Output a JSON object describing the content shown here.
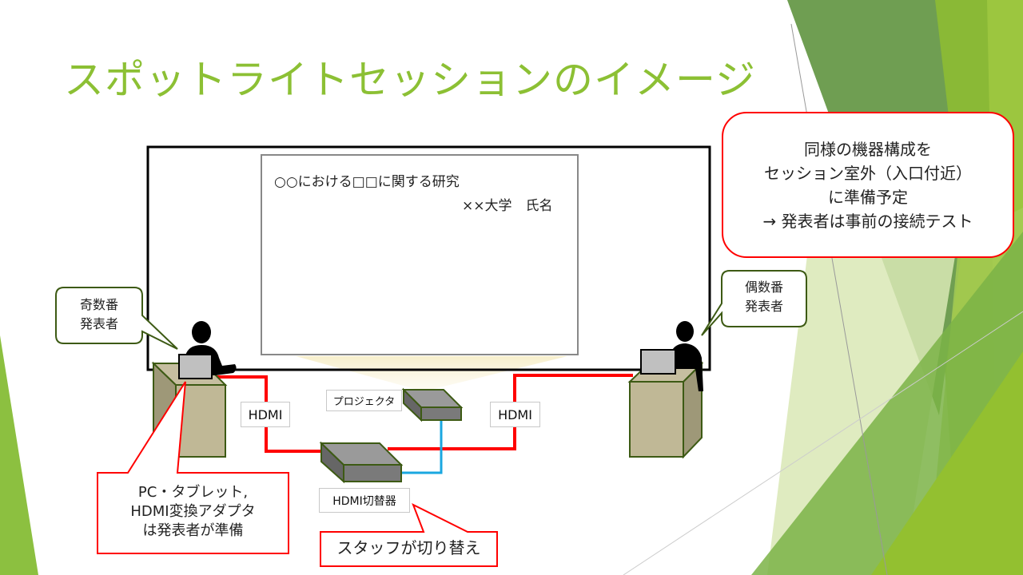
{
  "title": "スポットライトセッションのイメージ",
  "slide_screen": {
    "line1": "○○における□□に関する研究",
    "line2": "××大学　氏名"
  },
  "callouts": {
    "odd": [
      "奇数番",
      "発表者"
    ],
    "even": [
      "偶数番",
      "発表者"
    ],
    "pc": [
      "PC・タブレット,",
      "HDMI変換アダプタ",
      "は発表者が準備"
    ],
    "staff": "スタッフが切り替え",
    "note": [
      "同様の機器構成を",
      "セッション室外（入口付近）",
      "に準備予定",
      "→ 発表者は事前の接続テスト"
    ]
  },
  "labels": {
    "hdmi_left": "HDMI",
    "hdmi_right": "HDMI",
    "projector": "プロジェクタ",
    "switch": "HDMI切替器"
  },
  "colors": {
    "accent": "#8cc034",
    "cable": "#ff0000",
    "video": "#1aa7e0"
  }
}
